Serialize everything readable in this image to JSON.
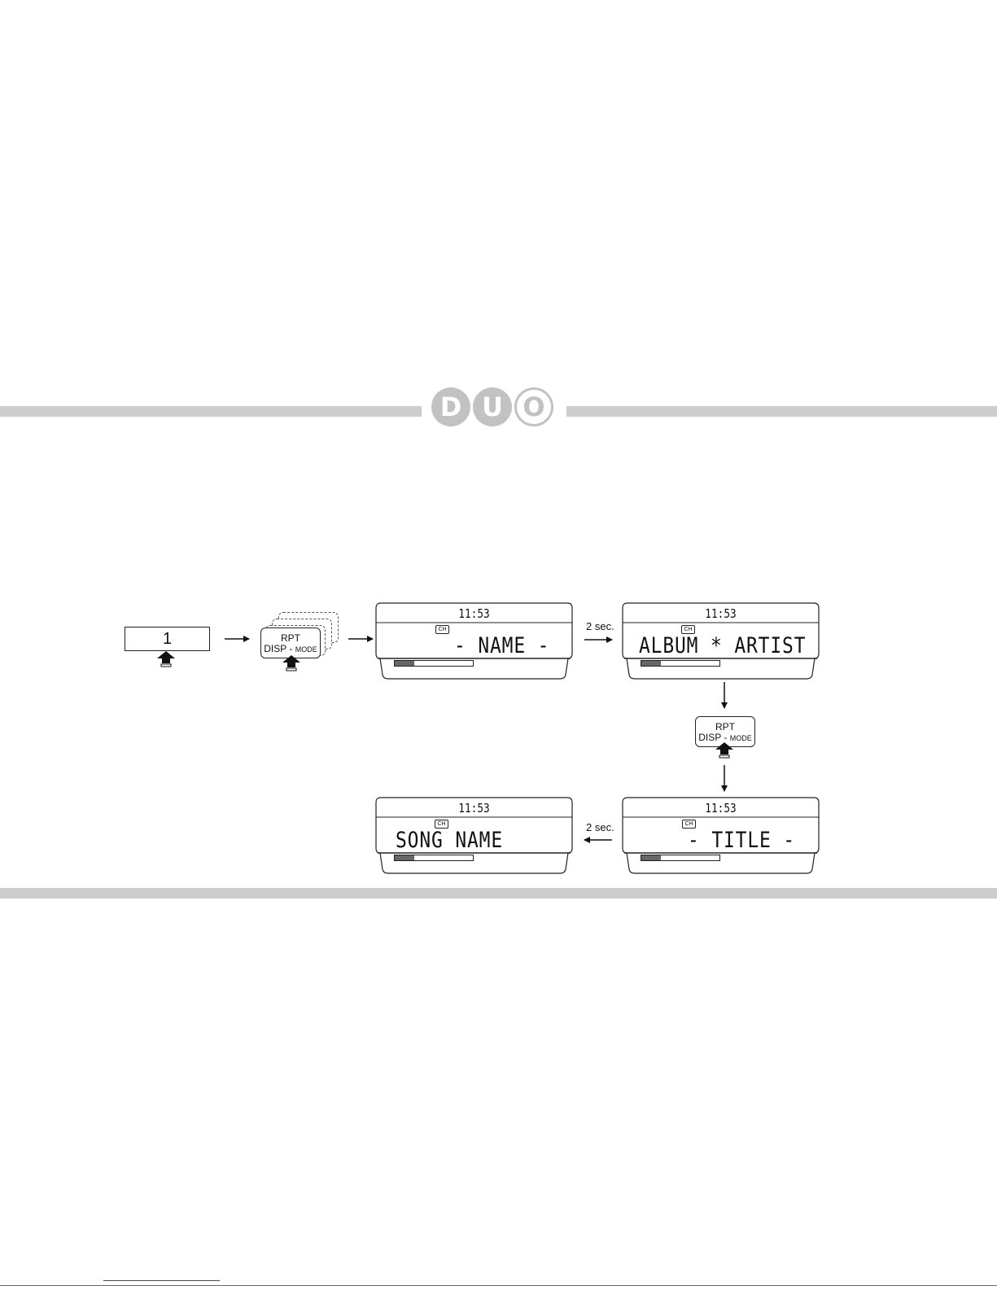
{
  "logo": {
    "letters": [
      "D",
      "U",
      "O"
    ]
  },
  "preset": {
    "number": "1"
  },
  "button": {
    "line1": "RPT",
    "line2": "DISP -",
    "mode": "MODE"
  },
  "transition_label": "2 sec.",
  "clock": "11:53",
  "ch_label": "CH",
  "screens": [
    {
      "id": "name",
      "text": "- NAME -"
    },
    {
      "id": "album-artist",
      "text": "ALBUM * ARTIST"
    },
    {
      "id": "title",
      "text": "- TITLE -"
    },
    {
      "id": "song-name",
      "text": "SONG NAME"
    }
  ],
  "signal_level": 0.25,
  "colors": {
    "band": "#cdcdcd",
    "logo": "#c2c2c2",
    "bar_fill": "#666666"
  }
}
